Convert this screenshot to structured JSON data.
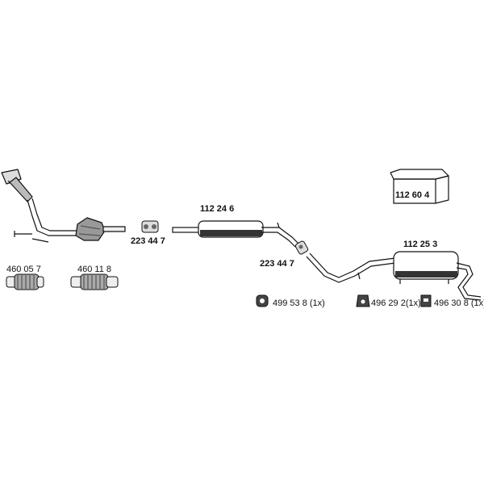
{
  "parts": {
    "front_pipe_flex_1": "460 05 7",
    "front_pipe_flex_2": "460 11 8",
    "connector_1": "223 44 7",
    "middle_silencer": "112 24 6",
    "connector_2": "223 44 7",
    "rear_silencer": "112 25 3",
    "mounting_kit": "112 60 4",
    "rubber_mount_1": "499 53 8 (1x)",
    "rubber_mount_2": "496 29 2(1x)",
    "rubber_mount_3": "496 30 8 (1x)"
  },
  "colors": {
    "line": "#111111",
    "fill": "#ffffff",
    "shade": "#888888",
    "dark": "#333333"
  }
}
